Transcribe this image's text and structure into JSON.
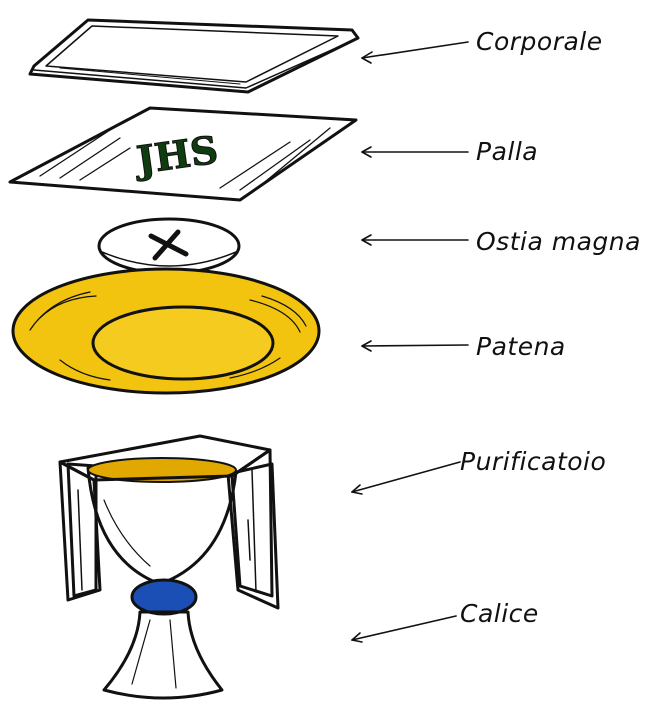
{
  "labels": {
    "corporale": "Corporale",
    "palla": "Palla",
    "ostia": "Ostia magna",
    "patena": "Patena",
    "purificatoio": "Purificatoio",
    "calice": "Calice"
  },
  "palla_monogram": "JHS",
  "colors": {
    "ink": "#111111",
    "palla_green": "#1f8a1f",
    "gold": "#f2c40f",
    "gold_dark": "#c99a00",
    "node_blue": "#1c4fb5",
    "linen": "#ffffff"
  }
}
